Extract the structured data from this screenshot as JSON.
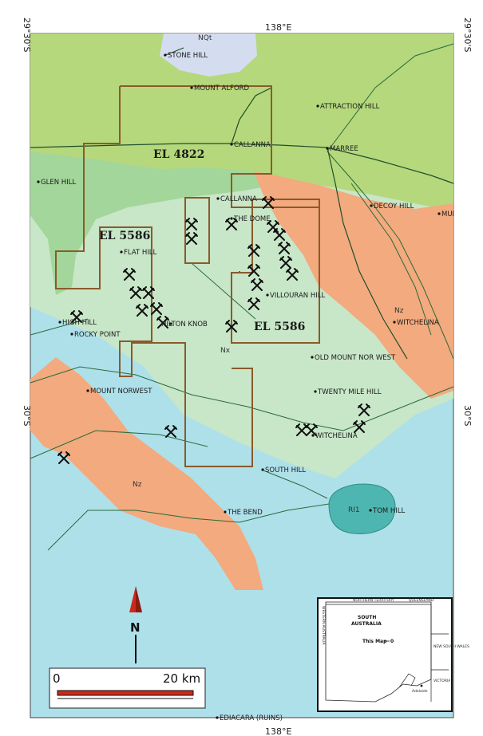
{
  "coords": {
    "top_left": "29°30'S",
    "top_right": "29°30'S",
    "top_center": "138°E",
    "mid_left": "30°S",
    "mid_right": "30°S",
    "bottom_center": "138°E"
  },
  "licences": {
    "el_4822": "EL 4822",
    "el_5586_west": "EL 5586",
    "el_5586_east": "EL 5586"
  },
  "places": {
    "stone_hill": "STONE HILL",
    "mount_alford": "MOUNT ALFORD",
    "attraction_hill": "ATTRACTION HILL",
    "callanna_north": "CALLANNA",
    "marree": "MARREE",
    "glen_hill": "GLEN HILL",
    "callanna_south": "CALLANNA",
    "the_dome": "THE DOME",
    "decoy_hill": "DECOY HILL",
    "mui": "MUI",
    "flat_hill": "FLAT HILL",
    "villouran_hill": "VILLOURAN HILL",
    "witchelina_east": "WITCHELINA",
    "high_hill": "HIGH HILL",
    "rocky_point": "ROCKY POINT",
    "hilton_knob": "HILTON KNOB",
    "old_mount_nor_west": "OLD MOUNT NOR WEST",
    "mount_norwest": "MOUNT NORWEST",
    "twenty_mile_hill": "TWENTY MILE HILL",
    "witchelina_south": "WITCHELINA",
    "south_hill": "SOUTH HILL",
    "the_bend": "THE BEND",
    "tom_hill": "TOM HILL",
    "ediacara": "EDIACARA (RUINS)"
  },
  "geology": {
    "nq": "NQt",
    "nz_east": "Nz",
    "nx": "Nx",
    "nz_west": "Nz",
    "ri": "RI1"
  },
  "north_label": "N",
  "scale": {
    "start": "0",
    "end": "20 km"
  },
  "inset": {
    "region_label": "SOUTH",
    "region_label_2": "AUSTRALIA",
    "this_map": "This Map",
    "marker": "0",
    "west_label": "WESTERN AUSTRALIA",
    "nt_label": "NORTHERN TERRITORY",
    "qld_label": "QUEENSLAND",
    "nsw_label": "NEW SOUTH WALES",
    "vic_label": "VICTORIA",
    "adelaide": "Adelaide"
  },
  "colors": {
    "bright_green": "#b5d87c",
    "medium_green": "#a3d69a",
    "pale_green": "#c8e6c8",
    "orange": "#f2aa7e",
    "blue": "#aee0ea",
    "teal": "#4eb6b0",
    "lake": "#d4dcf0",
    "boundary": "#8a5a2b",
    "north_arrow": "#cc2a1a"
  }
}
